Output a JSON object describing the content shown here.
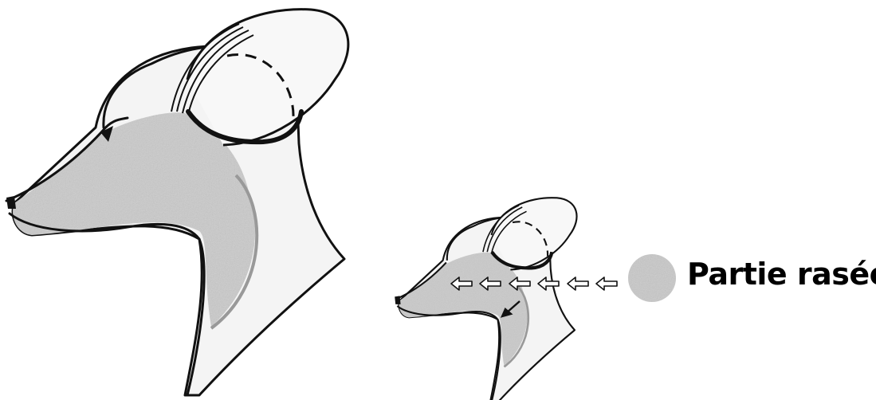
{
  "legend": {
    "label": "Partie rasée",
    "swatch_color": "#c9c9c9"
  },
  "colors": {
    "outline": "#111111",
    "shaved_fill": "#c9c9c9",
    "skin_fill": "#f2f2f2"
  },
  "icons": {
    "arrow": "left-hollow-arrow",
    "small_arrow": "down-left-arrow"
  }
}
